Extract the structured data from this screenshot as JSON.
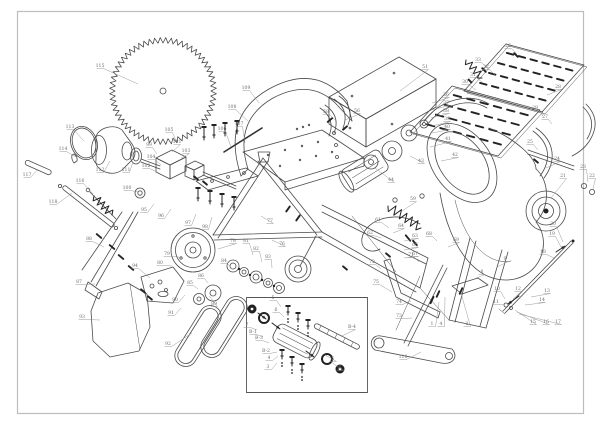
{
  "figure": {
    "kind": "exploded-parts-diagram"
  },
  "colors": {
    "background": "#ffffff",
    "frame_border": "#bdbdbd",
    "line": "#4a4a4a",
    "label_text": "#6e6e6e",
    "hardware_dark": "#222222"
  },
  "labels": [
    [
      "115",
      100,
      67,
      138,
      84
    ],
    [
      "113",
      70,
      128,
      84,
      141
    ],
    [
      "114",
      63,
      150,
      76,
      157
    ],
    [
      "112",
      100,
      171,
      110,
      161
    ],
    [
      "111",
      126,
      171,
      133,
      162
    ],
    [
      "117",
      27,
      176,
      38,
      169
    ],
    [
      "116",
      80,
      182,
      93,
      194
    ],
    [
      "118",
      53,
      203,
      72,
      193
    ],
    [
      "105",
      169,
      131,
      177,
      143
    ],
    [
      "103",
      186,
      152,
      181,
      158
    ],
    [
      "104",
      151,
      158,
      161,
      165
    ],
    [
      "102",
      146,
      167,
      157,
      172
    ],
    [
      "101",
      177,
      143,
      172,
      152
    ],
    [
      "100",
      127,
      189,
      139,
      192
    ],
    [
      "99",
      149,
      146,
      157,
      154
    ],
    [
      "106",
      222,
      130,
      231,
      147
    ],
    [
      "107",
      239,
      125,
      245,
      143
    ],
    [
      "98",
      205,
      228,
      212,
      217
    ],
    [
      "97",
      188,
      224,
      196,
      214
    ],
    [
      "96",
      161,
      217,
      171,
      209
    ],
    [
      "95",
      144,
      211,
      154,
      204
    ],
    [
      "109",
      246,
      89,
      259,
      103
    ],
    [
      "108",
      232,
      108,
      249,
      122
    ],
    [
      "58",
      326,
      113,
      336,
      121
    ],
    [
      "56",
      357,
      112,
      345,
      120
    ],
    [
      "51",
      425,
      68,
      400,
      91
    ],
    [
      "36",
      446,
      96,
      432,
      103
    ],
    [
      "37",
      446,
      104,
      431,
      110
    ],
    [
      "38",
      446,
      112,
      431,
      118
    ],
    [
      "39",
      447,
      120,
      432,
      126
    ],
    [
      "40",
      447,
      128,
      432,
      133
    ],
    [
      "41",
      448,
      140,
      430,
      147
    ],
    [
      "42",
      455,
      156,
      441,
      161
    ],
    [
      "43",
      421,
      162,
      410,
      156
    ],
    [
      "44",
      391,
      181,
      375,
      168
    ],
    [
      "59",
      413,
      200,
      402,
      211
    ],
    [
      "61",
      378,
      221,
      389,
      228
    ],
    [
      "62",
      370,
      234,
      381,
      238
    ],
    [
      "64",
      401,
      227,
      393,
      233
    ],
    [
      "63",
      415,
      237,
      404,
      241
    ],
    [
      "66",
      415,
      246,
      404,
      250
    ],
    [
      "67",
      415,
      255,
      404,
      258
    ],
    [
      "68",
      429,
      235,
      437,
      241
    ],
    [
      "69",
      456,
      241,
      448,
      247
    ],
    [
      "71",
      411,
      256,
      419,
      262
    ],
    [
      "72",
      372,
      263,
      381,
      269
    ],
    [
      "75",
      376,
      283,
      392,
      292
    ],
    [
      "74",
      399,
      303,
      411,
      301
    ],
    [
      "73",
      399,
      317,
      412,
      318
    ],
    [
      "26",
      508,
      47,
      517,
      54
    ],
    [
      "33",
      478,
      61,
      488,
      69
    ],
    [
      "32",
      486,
      68,
      495,
      75
    ],
    [
      "31",
      473,
      76,
      483,
      83
    ],
    [
      "30",
      465,
      83,
      476,
      90
    ],
    [
      "28",
      558,
      88,
      547,
      95
    ],
    [
      "29",
      535,
      109,
      543,
      116
    ],
    [
      "27",
      545,
      118,
      552,
      124
    ],
    [
      "25",
      530,
      143,
      538,
      150
    ],
    [
      "21",
      563,
      177,
      551,
      198
    ],
    [
      "24",
      557,
      160,
      546,
      168
    ],
    [
      "23",
      583,
      168,
      588,
      182
    ],
    [
      "22",
      592,
      177,
      593,
      189
    ],
    [
      "20",
      553,
      225,
      563,
      242
    ],
    [
      "19",
      552,
      235,
      561,
      247
    ],
    [
      "18",
      543,
      253,
      554,
      258
    ],
    [
      "13",
      547,
      292,
      531,
      297
    ],
    [
      "14",
      542,
      301,
      525,
      305
    ],
    [
      "10",
      497,
      290,
      505,
      299
    ],
    [
      "12",
      518,
      290,
      513,
      299
    ],
    [
      "11",
      496,
      303,
      505,
      305
    ],
    [
      "15",
      533,
      323,
      515,
      310
    ],
    [
      "16",
      546,
      323,
      517,
      312
    ],
    [
      "17",
      558,
      323,
      519,
      314
    ],
    [
      "9",
      505,
      260,
      497,
      267
    ],
    [
      "8",
      482,
      273,
      476,
      278
    ],
    [
      "1",
      432,
      325,
      439,
      302
    ],
    [
      "4",
      441,
      325,
      445,
      297
    ],
    [
      "2",
      467,
      325,
      461,
      293
    ],
    [
      "76",
      282,
      245,
      272,
      240
    ],
    [
      "77",
      270,
      222,
      261,
      216
    ],
    [
      "88",
      89,
      240,
      104,
      247
    ],
    [
      "87",
      79,
      283,
      95,
      284
    ],
    [
      "93",
      82,
      318,
      100,
      320
    ],
    [
      "94",
      135,
      267,
      150,
      278
    ],
    [
      "78",
      233,
      242,
      218,
      249
    ],
    [
      "79",
      167,
      255,
      179,
      257
    ],
    [
      "80",
      160,
      264,
      172,
      266
    ],
    [
      "81",
      246,
      242,
      253,
      255
    ],
    [
      "82",
      256,
      250,
      262,
      262
    ],
    [
      "83",
      268,
      258,
      272,
      268
    ],
    [
      "84",
      224,
      262,
      232,
      269
    ],
    [
      "85",
      190,
      284,
      198,
      289
    ],
    [
      "86",
      201,
      277,
      208,
      283
    ],
    [
      "89",
      214,
      305,
      209,
      296
    ],
    [
      "90",
      175,
      301,
      185,
      295
    ],
    [
      "91",
      171,
      314,
      181,
      308
    ],
    [
      "92",
      168,
      345,
      192,
      333
    ],
    [
      "110",
      403,
      358,
      421,
      352
    ],
    [
      "5",
      273,
      299,
      281,
      307
    ],
    [
      "6",
      276,
      311,
      284,
      317
    ],
    [
      "7",
      247,
      326,
      257,
      330
    ],
    [
      "B-1",
      253,
      333,
      263,
      337
    ],
    [
      "B-3",
      259,
      339,
      269,
      343
    ],
    [
      "B-2",
      266,
      352,
      277,
      352
    ],
    [
      "B-4",
      352,
      328,
      342,
      336
    ],
    [
      "5",
      333,
      360,
      325,
      355
    ],
    [
      "7",
      340,
      369,
      331,
      362
    ],
    [
      "4",
      269,
      359,
      278,
      356
    ],
    [
      "3",
      268,
      368,
      277,
      363
    ]
  ]
}
